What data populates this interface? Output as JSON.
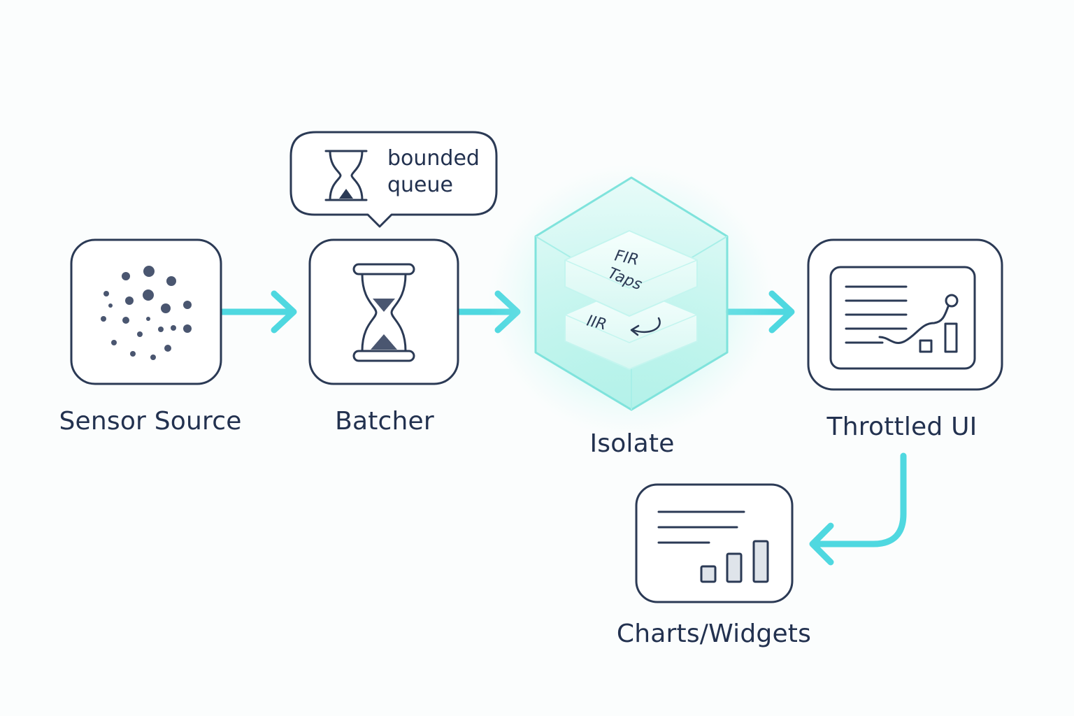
{
  "diagram": {
    "nodes": [
      {
        "id": "sensor",
        "label": "Sensor Source",
        "icon": "particle-dots-icon"
      },
      {
        "id": "batcher",
        "label": "Batcher",
        "icon": "hourglass-icon"
      },
      {
        "id": "isolate",
        "label": "Isolate",
        "icon": "glowing-cube-icon"
      },
      {
        "id": "throttled",
        "label": "Throttled UI",
        "icon": "dashboard-icon"
      },
      {
        "id": "charts",
        "label": "Charts/Widgets",
        "icon": "bar-chart-icon"
      }
    ],
    "callout": {
      "line1": "bounded",
      "line2": "queue",
      "icon": "hourglass-icon"
    },
    "isolate_layers": {
      "top": {
        "line1": "FIR",
        "line2": "Taps"
      },
      "bottom": {
        "label": "IIR",
        "icon": "loop-arrow-icon"
      }
    },
    "edges": [
      {
        "from": "sensor",
        "to": "batcher"
      },
      {
        "from": "batcher",
        "to": "isolate"
      },
      {
        "from": "isolate",
        "to": "throttled"
      },
      {
        "from": "throttled",
        "to": "charts"
      }
    ]
  },
  "colors": {
    "stroke": "#2b3a55",
    "arrow": "#4fd8e0",
    "glow": "#7df0e0",
    "background": "#fbfdfd"
  }
}
